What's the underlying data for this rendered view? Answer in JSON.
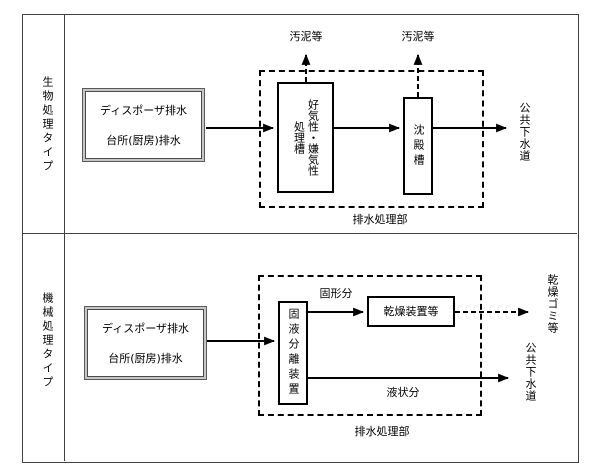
{
  "table": {
    "row1": {
      "row_label": "生物処理タイプ",
      "source_box": {
        "line1": "ディスポーザ排水",
        "line2": "台所(厨房)排水"
      },
      "sludge_label_left": "汚泥等",
      "sludge_label_right": "汚泥等",
      "treatment_tank": "好気性・嫌気性\n処理槽",
      "settling_tank": "沈殿槽",
      "sewer_label": "公共下水道",
      "section_label": "排水処理部"
    },
    "row2": {
      "row_label": "機械処理タイプ",
      "source_box": {
        "line1": "ディスポーザ排水",
        "line2": "台所(厨房)排水"
      },
      "separator_box": "固液分離装置",
      "solid_fraction_label": "固形分",
      "dryer_box": "乾燥装置等",
      "dried_waste_label": "乾燥ゴミ等",
      "liquid_fraction_label": "液状分",
      "sewer_label": "公共下水道",
      "section_label": "排水処理部"
    }
  },
  "colors": {
    "line": "#000000",
    "border": "#404040",
    "frame_gray": "#c6c6c6"
  }
}
